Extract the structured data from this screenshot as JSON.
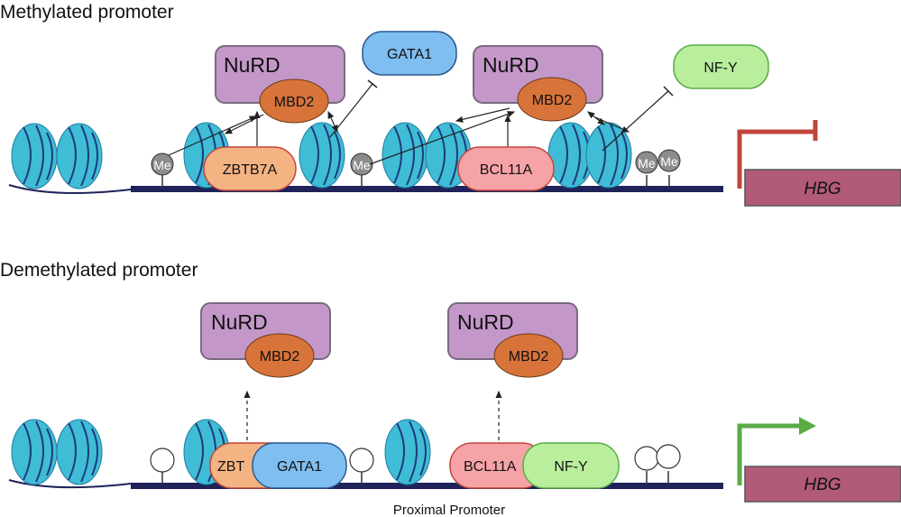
{
  "panels": {
    "methylated": {
      "title": "Methylated promoter"
    },
    "demethylated": {
      "title": "Demethylated promoter"
    }
  },
  "labels": {
    "nurd": "NuRD",
    "mbd2": "MBD2",
    "me": "Me",
    "gata1": "GATA1",
    "nfy": "NF-Y",
    "zbtb7a": "ZBTB7A",
    "zbtb7a_partial": "ZBT",
    "bcl11a": "BCL11A",
    "bcl11a_partial": "BCL11A",
    "hbg": "HBG",
    "proximal_promoter": "Proximal Promoter"
  },
  "colors": {
    "nurd": "#c497c9",
    "mbd2": "#d8733a",
    "gata1": "#7fbef1",
    "nfy": "#b9ee9d",
    "zbtb7a": "#f4b383",
    "bcl11a": "#f6a3a7",
    "hbg": "#b15b78",
    "nucleosome": "#3fbcd6",
    "dna": "#1f2359",
    "repressed_arrow": "#c0453b",
    "active_arrow": "#5aab46"
  }
}
